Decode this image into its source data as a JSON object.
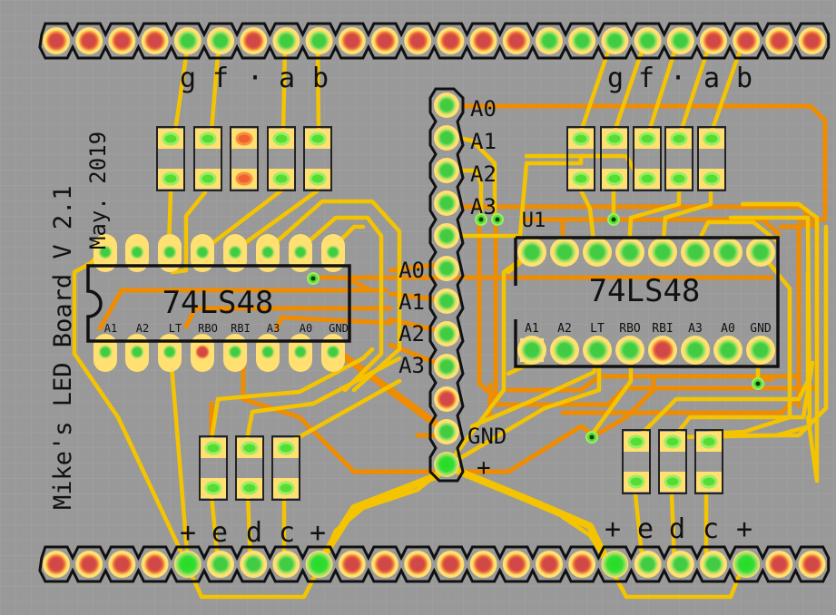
{
  "board": {
    "title": "Mike's LED Board V 2.1",
    "date": "May. 2019",
    "background": "#999999",
    "colors": {
      "top_trace": "#f5c400",
      "bottom_trace": "#f08c00",
      "pad_ring": "#ffe070",
      "pad_green": "#44cc44",
      "pad_red": "#d04848",
      "pad_red_ring": "#f07030",
      "silk": "#111111"
    }
  },
  "headers": {
    "top_row_pins": 24,
    "bottom_row_pins": 24,
    "top_row_active": [
      4,
      5,
      7,
      8,
      15,
      16,
      17,
      18,
      19
    ],
    "bottom_row_active": [
      4,
      5,
      6,
      7,
      8,
      17,
      18,
      19,
      20,
      21
    ],
    "top_labels_left": [
      "g",
      "f",
      "·",
      "a",
      "b"
    ],
    "top_labels_right": [
      "g",
      "f",
      "·",
      "a",
      "b"
    ],
    "bottom_labels_left": [
      "+",
      "e",
      "d",
      "c",
      "+"
    ],
    "bottom_labels_right": [
      "+",
      "e",
      "d",
      "c",
      "+"
    ]
  },
  "center_header": {
    "pins": 12,
    "right_labels": [
      "A0",
      "A1",
      "A2",
      "A3"
    ],
    "left_labels": [
      "A0",
      "A1",
      "A2",
      "A3"
    ],
    "gnd_label": "GND",
    "plus_label": "+",
    "red_pin_index": 9
  },
  "chips": [
    {
      "id": "left",
      "part": "74LS48",
      "pin_labels": [
        "A1",
        "A2",
        "LT",
        "RBO",
        "RBI",
        "A3",
        "A0",
        "GND"
      ],
      "red_pin_index": 3
    },
    {
      "id": "right",
      "ref": "U1",
      "part": "74LS48",
      "pin_labels": [
        "A1",
        "A2",
        "LT",
        "RBO",
        "RBI",
        "A3",
        "A0",
        "GND"
      ],
      "red_pin_index": 4
    }
  ],
  "resistors": {
    "top_left_count": 5,
    "top_left_red_index": 2,
    "top_right_count": 5,
    "bottom_left_count": 3,
    "bottom_right_count": 3
  }
}
